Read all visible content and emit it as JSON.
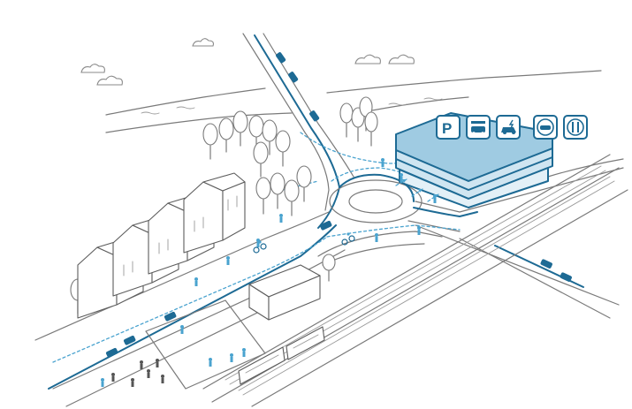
{
  "scene": {
    "kind": "isometric mobility hub illustration",
    "colors": {
      "accent_blue": "#1d6a94",
      "light_blue": "#4aa3cf",
      "hub_fill": "#9fcbe2",
      "line_gray": "#7a7a7a",
      "background": "#ffffff"
    }
  },
  "service_icons": [
    {
      "id": "parking",
      "icon": "parking-icon",
      "letter": "P"
    },
    {
      "id": "garage",
      "icon": "garage-car-icon"
    },
    {
      "id": "ev-charging",
      "icon": "ev-charging-icon"
    },
    {
      "id": "car-sharing",
      "icon": "car-sharing-icon"
    },
    {
      "id": "food",
      "icon": "food-service-icon"
    }
  ]
}
